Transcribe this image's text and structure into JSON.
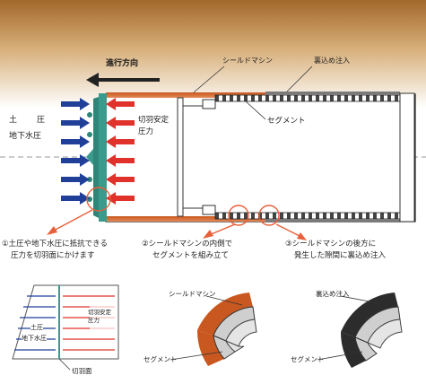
{
  "header": {
    "direction_label": "進行方向",
    "shield_machine_label": "シールドマシン",
    "backfill_label": "裏込め注入"
  },
  "left_labels": {
    "earth_pressure": "土圧",
    "groundwater_pressure": "地下水圧",
    "face_pressure": "切羽安定圧力"
  },
  "segment_label": "セグメント",
  "captions": {
    "step1": [
      "①土圧や地下水圧に抵抗できる",
      "圧力を切羽面にかけます"
    ],
    "step2": [
      "②シールドマシンの内側で",
      "セグメントを組み立て"
    ],
    "step3": [
      "③シールドマシンの後方に",
      "発生した隙間に裏込め注入"
    ]
  },
  "detail1": {
    "labels": [
      "土圧",
      "地下水圧",
      "切羽安定圧力"
    ],
    "bottom_label": "切羽面"
  },
  "detail2": {
    "top_label": "シールドマシン",
    "bottom_label": "セグメント"
  },
  "detail3": {
    "top_label": "裏込め注入",
    "bottom_label": "セグメント"
  },
  "colors": {
    "soil_top": "#a86a2a",
    "earth_arrow": "#1f3f99",
    "face_arrow": "#e0312b",
    "cutter_face": "#3a9a8c",
    "shield_shell": "#c8581f",
    "callout": "#e8603a",
    "segment_fill": "#d7d7d7",
    "segment_dark": "#2c2c2c"
  }
}
